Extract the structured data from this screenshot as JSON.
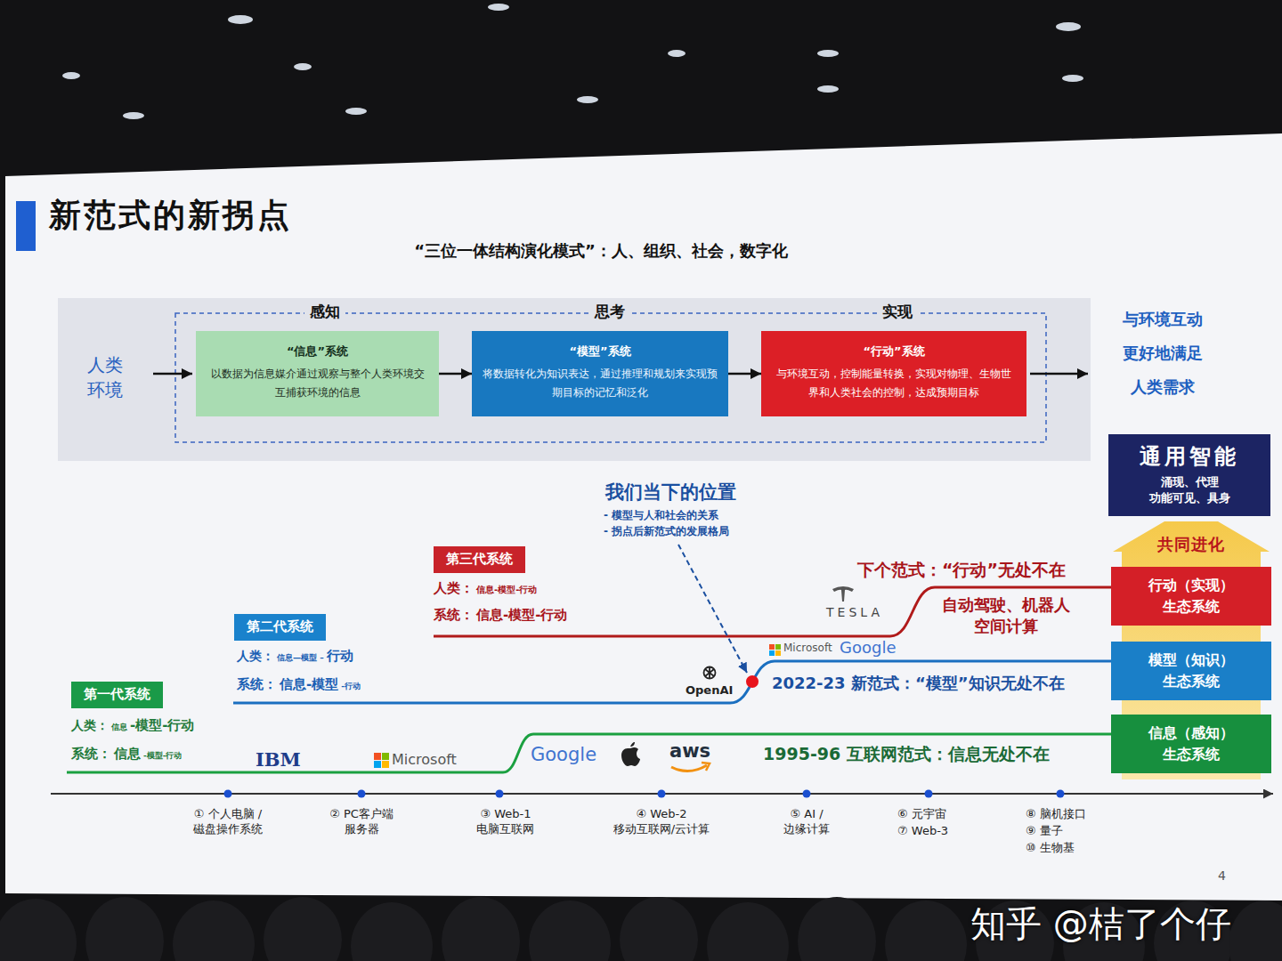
{
  "diagram": {
    "title": "新范式的新拐点",
    "nodes": [
      {
        "text": [
          "“信息”系统",
          "以数据为信息媒介通过观察与整个人类环境交互捕获环境的信息"
        ]
      },
      {
        "text": [
          "“模型”系统",
          "将数据转化为知识表达，通过推理和规划来实现预期目标的记忆和泛化"
        ]
      },
      {
        "text": [
          "“行动”系统",
          "与环境互动，控制能量转换，实现对物理、生物世界和人类社会的控制，达成预期目标"
        ]
      },
      {
        "text": [
          "通用智能",
          "涌现、代理 功能可见、具身"
        ]
      },
      {
        "text": [
          "共同进化"
        ]
      },
      {
        "text": [
          "行动（实现） 生态系统"
        ]
      },
      {
        "text": [
          "模型（知识） 生态系统"
        ]
      },
      {
        "text": [
          "信息（感知） 生态系统"
        ]
      },
      {
        "text": [
          "第三代系统"
        ]
      },
      {
        "text": [
          "第二代系统"
        ]
      },
      {
        "text": [
          "第一代系统"
        ]
      }
    ],
    "edges": [
      {
        "from": 0,
        "to": 1,
        "arrow": "to"
      },
      {
        "from": 1,
        "to": 2,
        "arrow": "to"
      }
    ],
    "labels": [
      "“三位一体结构演化模式”：人、组织、社会，数字化",
      "感知",
      "思考",
      "实现",
      "人类 环境",
      "与环境互动 更好地满足 人类需求",
      "我们当下的位置",
      "- 模型与人和社会的关系",
      "- 拐点后新范式的发展格局",
      "人类：",
      "信息-模型-行动",
      "系统：",
      "信息-模型-行动",
      "下个范式：“行动”无处不在",
      "TESLA",
      "自动驾驶、机器人 空间计算",
      "人类：",
      "信息—模型 –",
      "行动",
      "系统：",
      "信息-模型",
      "-行动",
      "OpenAI",
      "Microsoft",
      "Google",
      "2022-23 新范式：“模型”知识无处不在",
      "人类：",
      "信息",
      "-模型-行动",
      "系统：",
      "信息",
      "-模型-行动",
      "IBM",
      "Microsoft",
      "Google",
      "aws",
      "1995-96 互联网范式：信息无处不在",
      "① 个人电脑 / 磁盘操作系统",
      "② PC客户端 服务器",
      "③ Web-1 电脑互联网",
      "④ Web-2 移动互联网/云计算",
      "⑤ AI / 边缘计算",
      "⑥ 元宇宙",
      "⑦ Web-3",
      "⑧ 脑机接口",
      "⑨ 量子",
      "⑩ 生物基",
      "4",
      "知乎 @桔了个仔"
    ]
  }
}
